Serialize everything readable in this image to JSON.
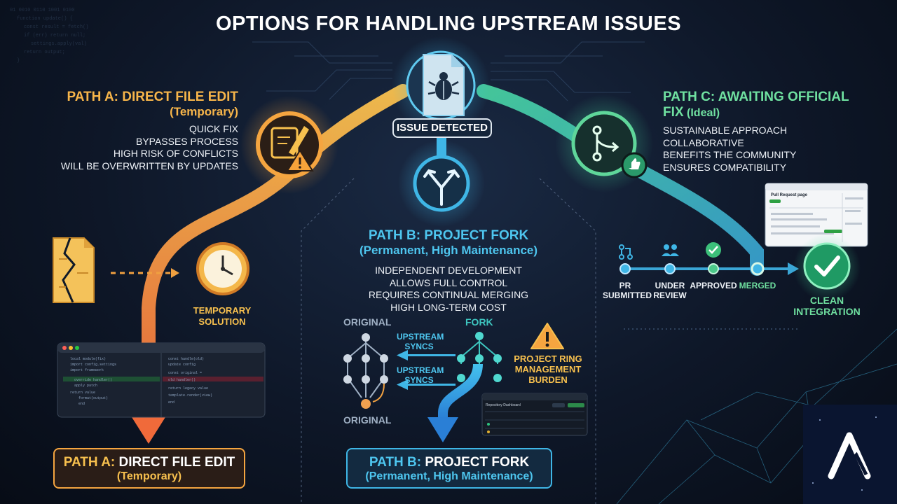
{
  "title": "OPTIONS FOR HANDLING UPSTREAM ISSUES",
  "center": {
    "label": "ISSUE DETECTED"
  },
  "path_a": {
    "heading": "PATH A: DIRECT FILE EDIT",
    "subheading": "(Temporary)",
    "points": [
      "QUICK FIX",
      "BYPASSES PROCESS",
      "HIGH RISK OF CONFLICTS",
      "WILL BE OVERWRITTEN BY UPDATES"
    ],
    "temp_label": "TEMPORARY SOLUTION",
    "footer_prefix": "PATH A:",
    "footer_main": "DIRECT FILE EDIT",
    "footer_sub": "(Temporary)"
  },
  "path_b": {
    "heading": "PATH B: PROJECT FORK",
    "subheading": "(Permanent, High Maintenance)",
    "points": [
      "INDEPENDENT DEVELOPMENT",
      "ALLOWS FULL CONTROL",
      "REQUIRES CONTINUAL MERGING",
      "HIGH LONG-TERM COST"
    ],
    "original_top": "ORIGINAL",
    "original_bottom": "ORIGINAL",
    "fork_label": "FORK",
    "sync_1": "UPSTREAM SYNCS",
    "sync_2": "UPSTREAM SYNCS",
    "warning": "PROJECT RING MANAGEMENT BURDEN",
    "dashboard_title": "Repository Dashboard",
    "footer_prefix": "PATH B:",
    "footer_main": "PROJECT FORK",
    "footer_sub": "(Permanent, High Maintenance)"
  },
  "path_c": {
    "heading_line1": "PATH C: AWAITING OFFICIAL",
    "heading_line2": "FIX",
    "heading_sub": "(Ideal)",
    "points": [
      "SUSTAINABLE APPROACH",
      "COLLABORATIVE",
      "BENEFITS THE COMMUNITY",
      "ENSURES COMPATIBILITY"
    ],
    "pr_window_title": "Pull Request page",
    "steps": [
      "PR SUBMITTED",
      "UNDER REVIEW",
      "APPROVED",
      "MERGED"
    ],
    "result": "CLEAN INTEGRATION"
  },
  "colors": {
    "orange": "#f5a540",
    "blue": "#3fb6e6",
    "green": "#5fd69a",
    "bg": "#0c1424"
  }
}
